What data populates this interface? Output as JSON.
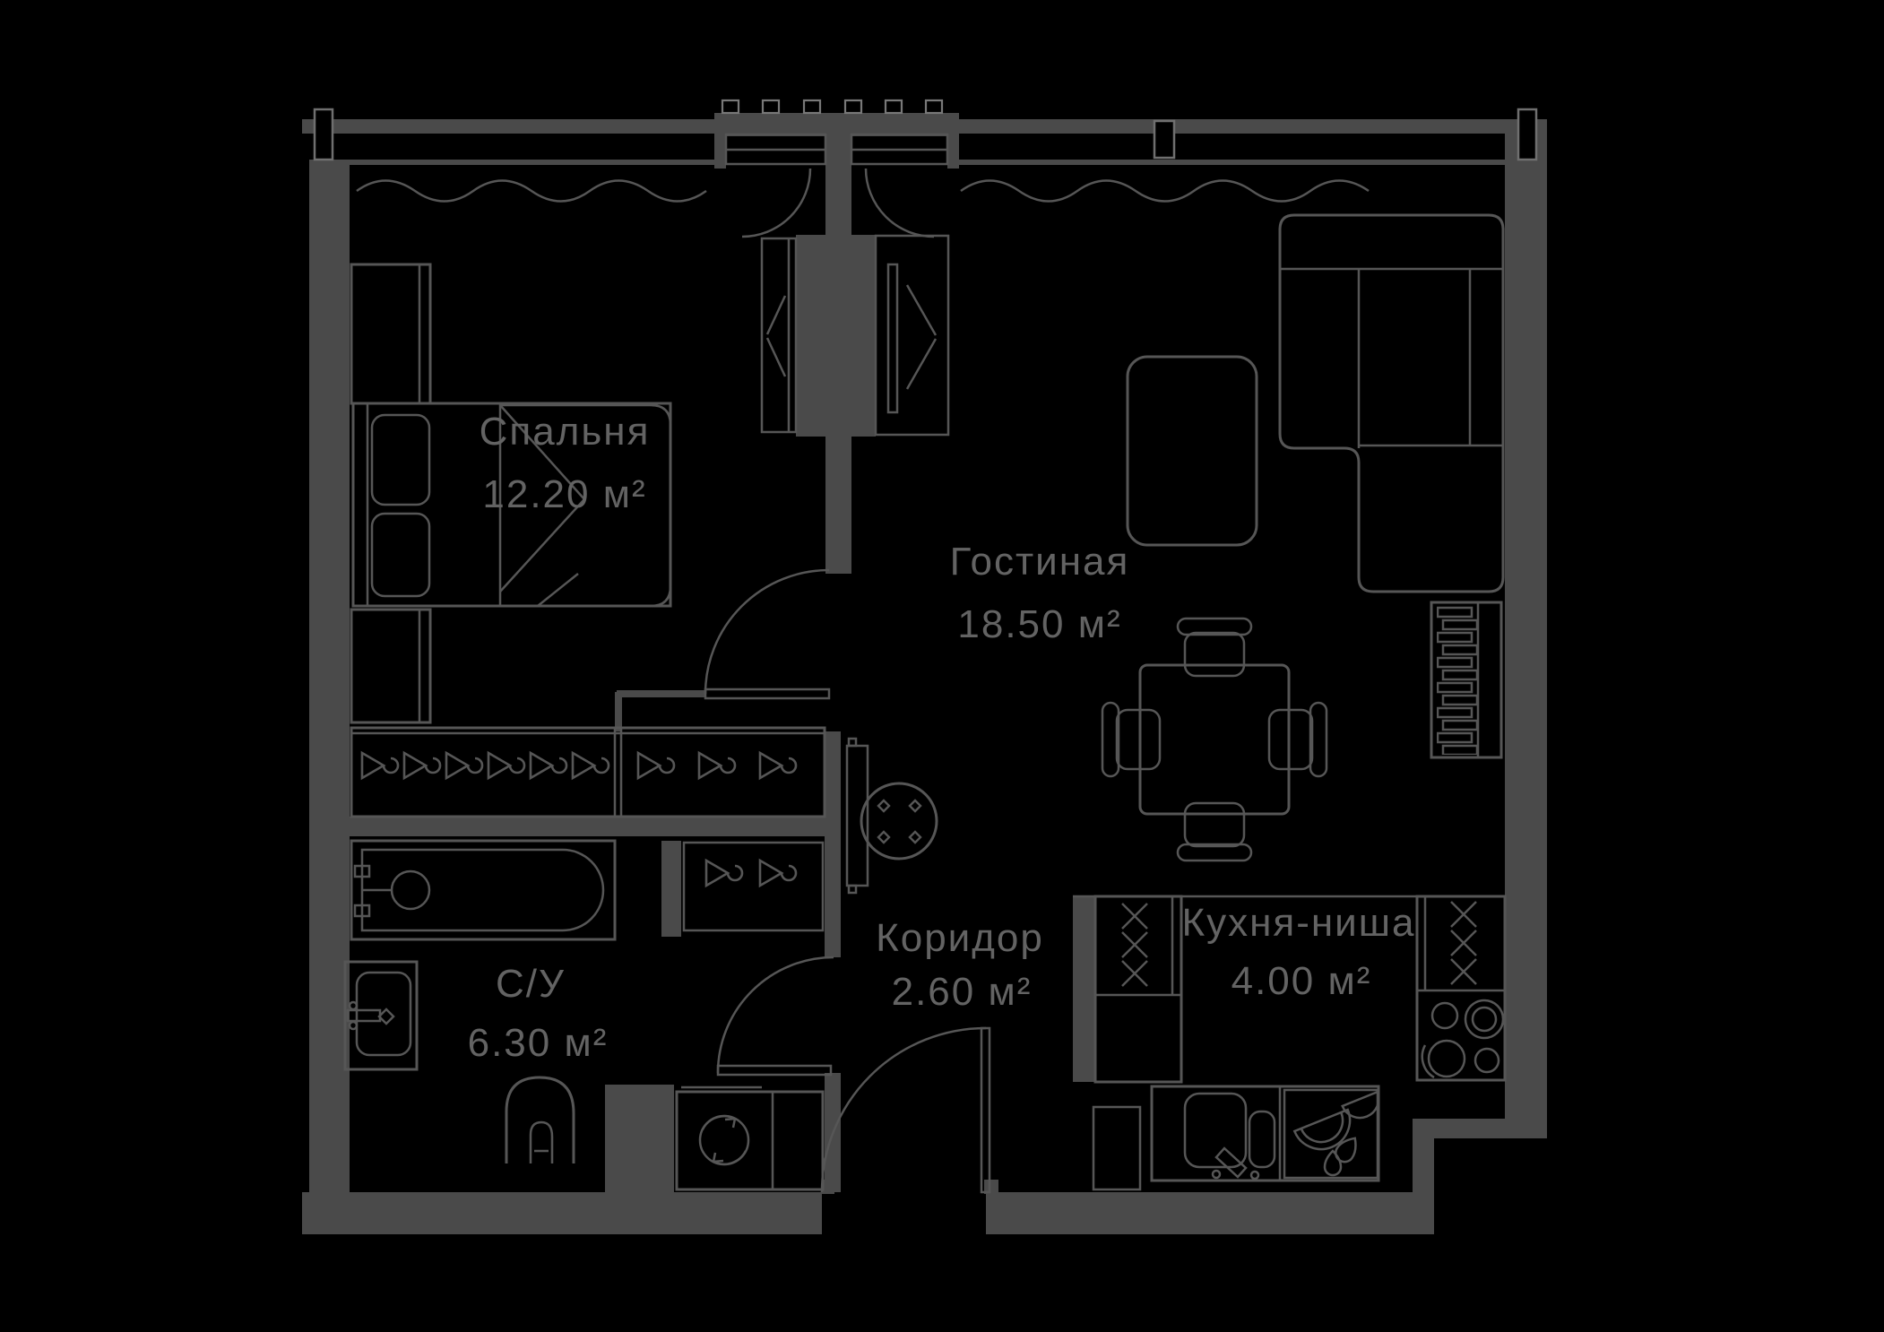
{
  "floorplan": {
    "type": "apartment-floor-plan",
    "rooms": [
      {
        "id": "bedroom",
        "name": "Спальня",
        "area_label": "12.20 м²"
      },
      {
        "id": "living",
        "name": "Гостиная",
        "area_label": "18.50 м²"
      },
      {
        "id": "corridor",
        "name": "Коридор",
        "area_label": "2.60 м²"
      },
      {
        "id": "bathroom",
        "name": "С/У",
        "area_label": "6.30 м²"
      },
      {
        "id": "kitchen",
        "name": "Кухня-ниша",
        "area_label": "4.00 м²"
      }
    ],
    "colors": {
      "background": "#000000",
      "wall": "#4a4a4a",
      "furniture_line": "#565656",
      "label_text": "#636363"
    }
  }
}
